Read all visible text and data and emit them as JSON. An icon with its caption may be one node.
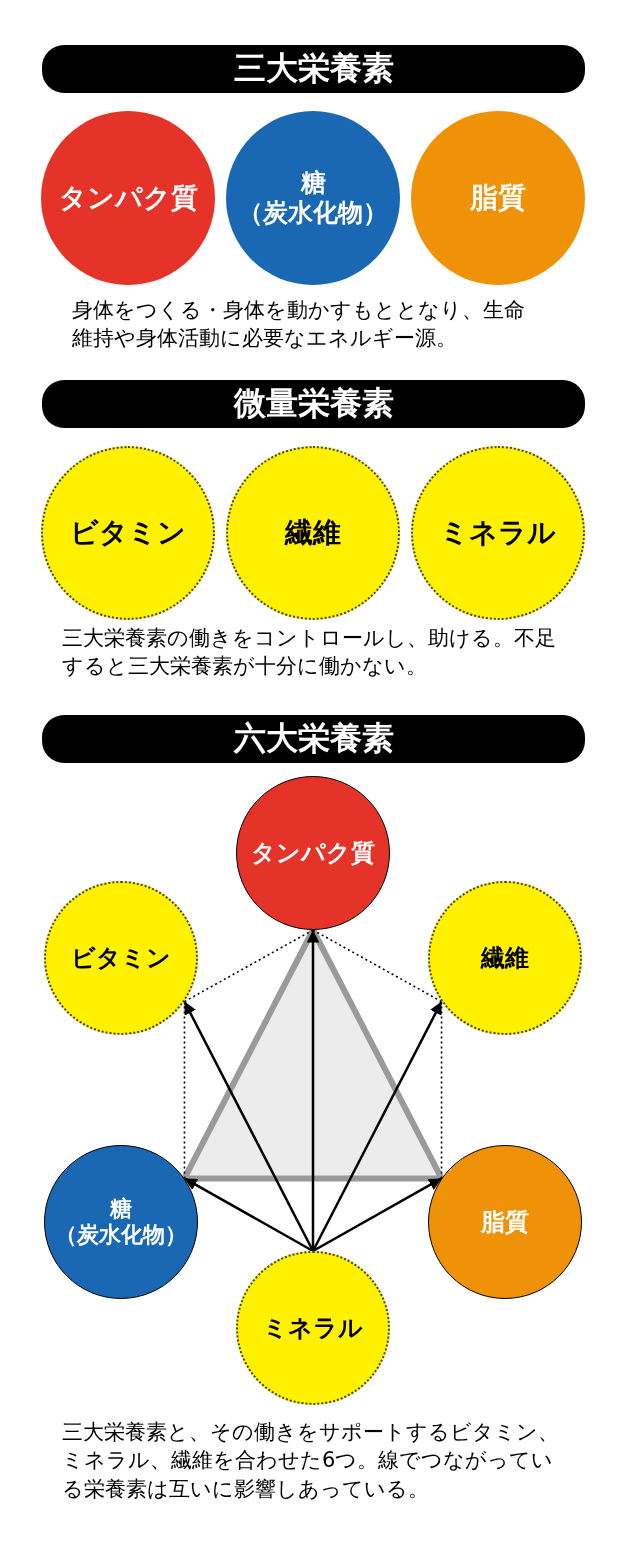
{
  "diagram": {
    "nodes": [
      {
        "text": [
          "三大栄養素"
        ]
      },
      {
        "text": [
          "タンパク質"
        ]
      },
      {
        "text": [
          "糖",
          "（炭水化物）"
        ]
      },
      {
        "text": [
          "脂質"
        ]
      },
      {
        "text": [
          "微量栄養素"
        ]
      },
      {
        "text": [
          "ビタミン"
        ]
      },
      {
        "text": [
          "繊維"
        ]
      },
      {
        "text": [
          "ミネラル"
        ]
      },
      {
        "text": [
          "六大栄養素"
        ]
      },
      {
        "text": [
          "タンパク質"
        ]
      },
      {
        "text": [
          "ビタミン"
        ]
      },
      {
        "text": [
          "繊維"
        ]
      },
      {
        "text": [
          "糖",
          "（炭水化物）"
        ]
      },
      {
        "text": [
          "脂質"
        ]
      },
      {
        "text": [
          "ミネラル"
        ]
      }
    ],
    "edges": [
      {
        "from": 14,
        "to": 9,
        "arrow": "to"
      },
      {
        "from": 14,
        "to": 10,
        "arrow": "to"
      },
      {
        "from": 14,
        "to": 11,
        "arrow": "to"
      },
      {
        "from": 14,
        "to": 12,
        "arrow": "to"
      },
      {
        "from": 14,
        "to": 13,
        "arrow": "to"
      },
      {
        "from": 9,
        "to": 10,
        "arrow": "none",
        "style": "dashed"
      },
      {
        "from": 9,
        "to": 11,
        "arrow": "none",
        "style": "dashed"
      },
      {
        "from": 10,
        "to": 12,
        "arrow": "none",
        "style": "dashed"
      },
      {
        "from": 11,
        "to": 13,
        "arrow": "none",
        "style": "dashed"
      },
      {
        "from": 9,
        "to": 12,
        "arrow": "none",
        "style": "thick",
        "color": "#9a9a9a"
      },
      {
        "from": 9,
        "to": 13,
        "arrow": "none",
        "style": "thick",
        "color": "#9a9a9a"
      },
      {
        "from": 12,
        "to": 13,
        "arrow": "none",
        "style": "thick",
        "color": "#9a9a9a"
      }
    ],
    "labels": [
      "身体をつくる・身体を動かすもととなり、生命維持や身体活動に必要なエネルギー源。",
      "三大栄養素の働きをコントロールし、助ける。不足すると三大栄養素が十分に働かない。",
      "三大栄養素と、その働きをサポートするビタミン、ミネラル、繊維を合わせた6つ。線でつながっている栄養素は互いに影響しあっている。"
    ]
  }
}
